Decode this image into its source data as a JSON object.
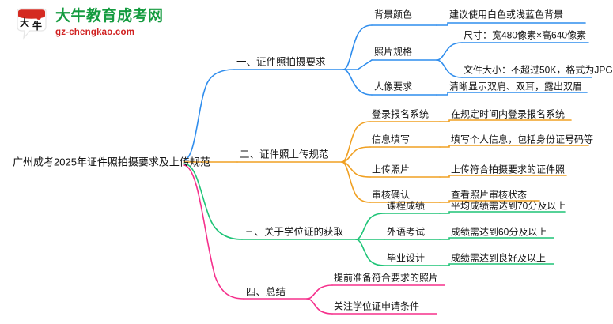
{
  "logo": {
    "mark_icon": "bull-head-speech-bubble-icon",
    "title": "大牛教育成考网",
    "subtitle": "gz-chengkao.com",
    "title_color": "#149b3f",
    "subtitle_color": "#d02020"
  },
  "mindmap": {
    "root": "广州成考2025年证件照拍摄要求及上传规范",
    "colors": {
      "branch1": "#2f8ded",
      "branch2": "#f0a022",
      "branch3": "#1ec477",
      "branch4": "#f5308c"
    },
    "branches": [
      {
        "label": "一、证件照拍摄要求",
        "color": "#2f8ded",
        "children": [
          {
            "label": "背景颜色",
            "children": [
              {
                "label": "建议使用白色或浅蓝色背景"
              }
            ]
          },
          {
            "label": "照片规格",
            "children": [
              {
                "label": "尺寸：宽480像素×高640像素"
              },
              {
                "label": "文件大小：不超过50K，格式为JPG"
              }
            ]
          },
          {
            "label": "人像要求",
            "children": [
              {
                "label": "清晰显示双肩、双耳，露出双眉"
              }
            ]
          }
        ]
      },
      {
        "label": "二、证件照上传规范",
        "color": "#f0a022",
        "children": [
          {
            "label": "登录报名系统",
            "children": [
              {
                "label": "在规定时间内登录报名系统"
              }
            ]
          },
          {
            "label": "信息填写",
            "children": [
              {
                "label": "填写个人信息，包括身份证号码等"
              }
            ]
          },
          {
            "label": "上传照片",
            "children": [
              {
                "label": "上传符合拍摄要求的证件照"
              }
            ]
          },
          {
            "label": "审核确认",
            "children": [
              {
                "label": "查看照片审核状态"
              }
            ]
          }
        ]
      },
      {
        "label": "三、关于学位证的获取",
        "color": "#1ec477",
        "children": [
          {
            "label": "课程成绩",
            "children": [
              {
                "label": "平均成绩需达到70分及以上"
              }
            ]
          },
          {
            "label": "外语考试",
            "children": [
              {
                "label": "成绩需达到60分及以上"
              }
            ]
          },
          {
            "label": "毕业设计",
            "children": [
              {
                "label": "成绩需达到良好及以上"
              }
            ]
          }
        ]
      },
      {
        "label": "四、总结",
        "color": "#f5308c",
        "children": [
          {
            "label": "提前准备符合要求的照片"
          },
          {
            "label": "关注学位证申请条件"
          }
        ]
      }
    ]
  },
  "nodes": {
    "root": "广州成考2025年证件照拍摄要求及上传规范",
    "b1": "一、证件照拍摄要求",
    "b1c1": "背景颜色",
    "b1c1a": "建议使用白色或浅蓝色背景",
    "b1c2": "照片规格",
    "b1c2a": "尺寸：宽480像素×高640像素",
    "b1c2b": "文件大小：不超过50K，格式为JPG",
    "b1c3": "人像要求",
    "b1c3a": "清晰显示双肩、双耳，露出双眉",
    "b2": "二、证件照上传规范",
    "b2c1": "登录报名系统",
    "b2c1a": "在规定时间内登录报名系统",
    "b2c2": "信息填写",
    "b2c2a": "填写个人信息，包括身份证号码等",
    "b2c3": "上传照片",
    "b2c3a": "上传符合拍摄要求的证件照",
    "b2c4": "审核确认",
    "b2c4a": "查看照片审核状态",
    "b3": "三、关于学位证的获取",
    "b3c1": "课程成绩",
    "b3c1a": "平均成绩需达到70分及以上",
    "b3c2": "外语考试",
    "b3c2a": "成绩需达到60分及以上",
    "b3c3": "毕业设计",
    "b3c3a": "成绩需达到良好及以上",
    "b4": "四、总结",
    "b4c1": "提前准备符合要求的照片",
    "b4c2": "关注学位证申请条件"
  }
}
